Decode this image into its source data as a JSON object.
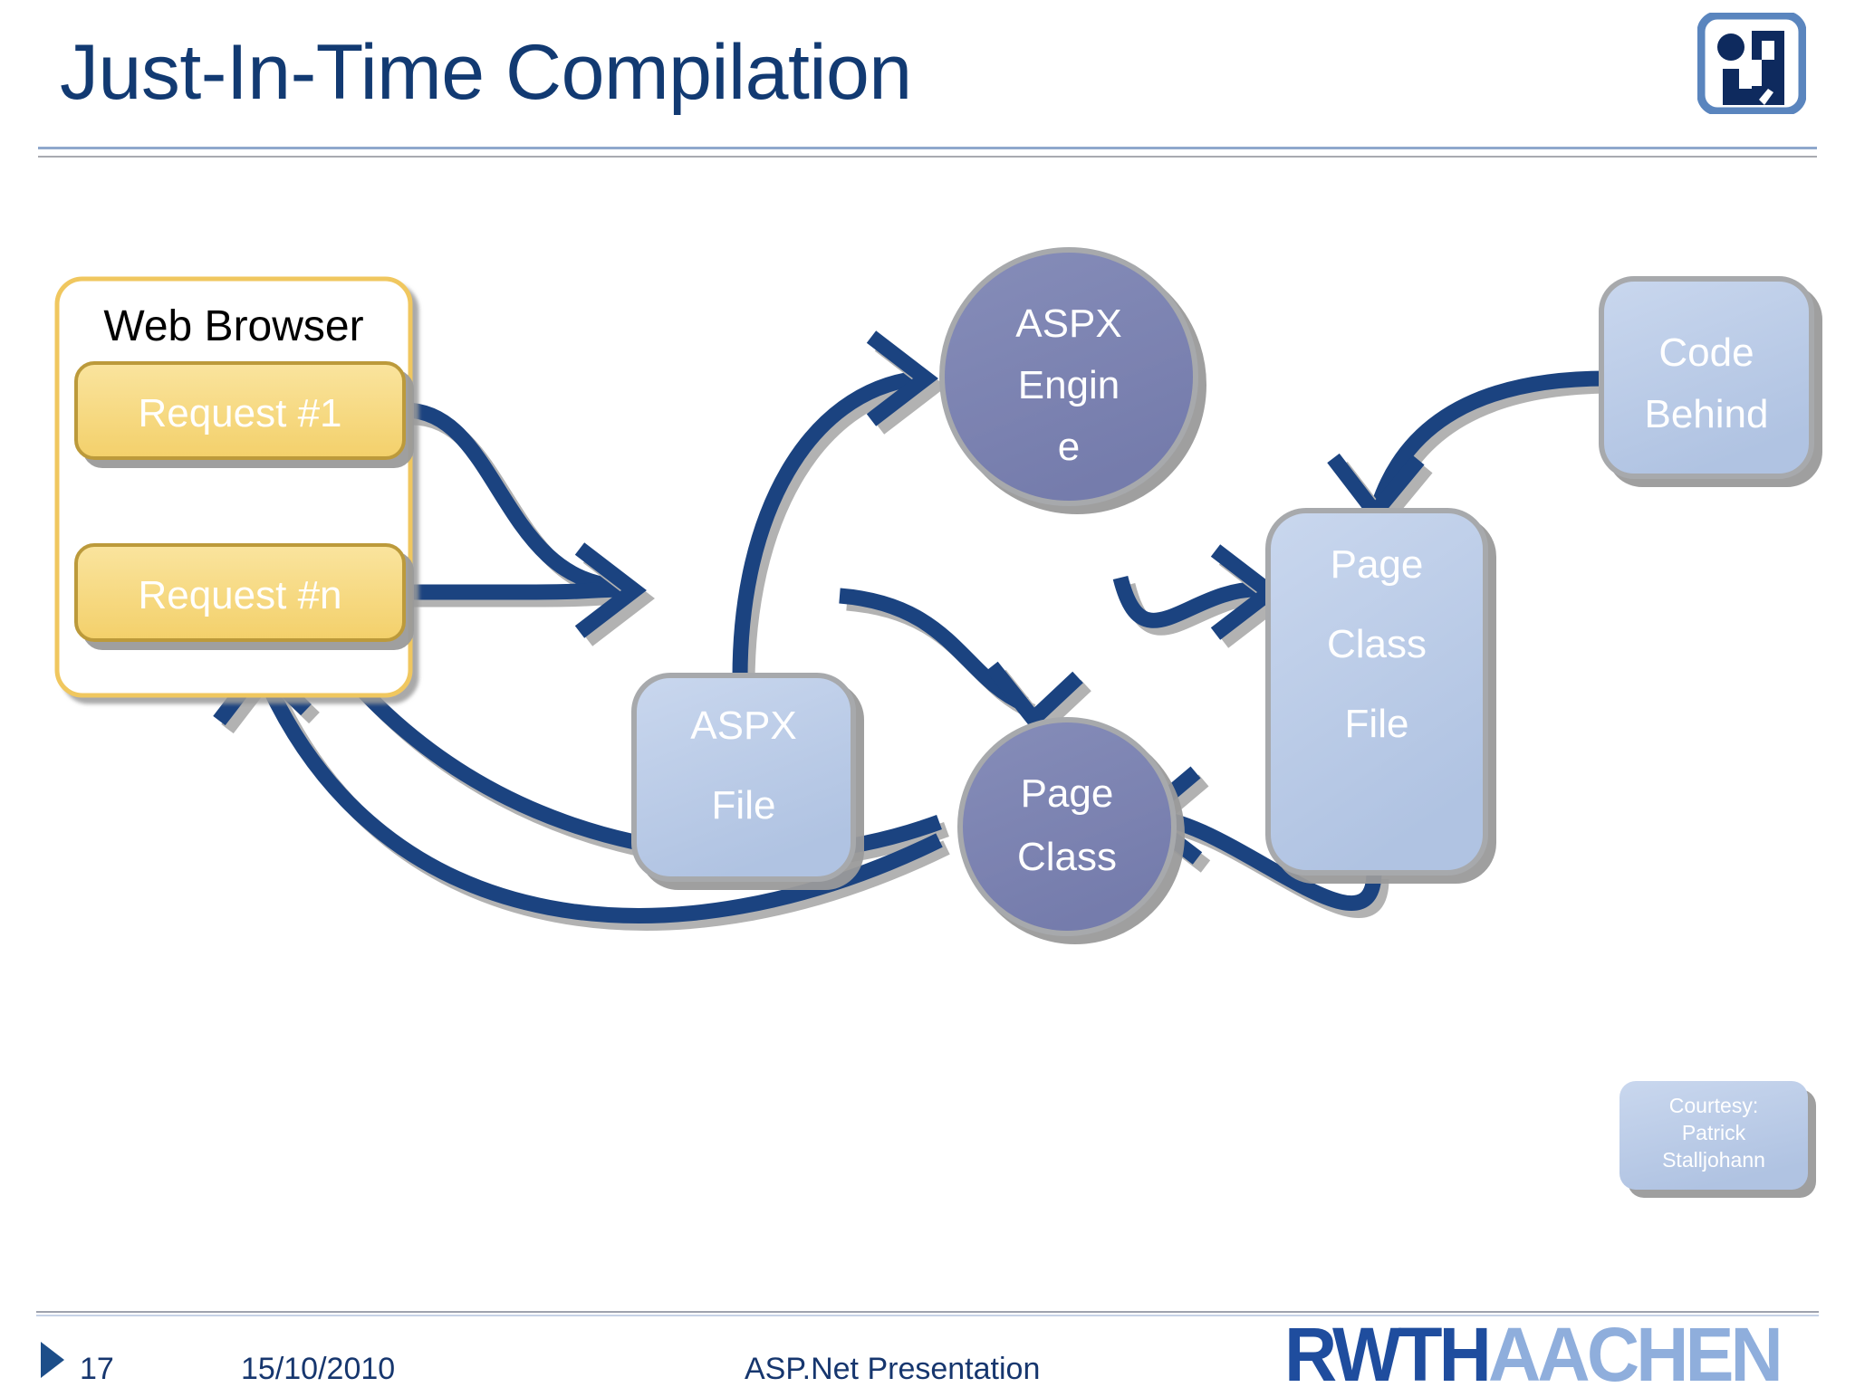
{
  "header": {
    "title": "Just-In-Time Compilation",
    "logo_alt": "i9-logo"
  },
  "diagram": {
    "browser_group": {
      "label": "Web Browser",
      "requests": [
        {
          "label": "Request #1"
        },
        {
          "label": "Request #n"
        }
      ]
    },
    "nodes": [
      {
        "id": "aspx-file",
        "shape": "rounded-rect",
        "lines": [
          "ASPX",
          "File"
        ]
      },
      {
        "id": "aspx-engine",
        "shape": "circle",
        "lines": [
          "ASPX",
          "Engin",
          "e"
        ]
      },
      {
        "id": "code-behind",
        "shape": "rounded-rect",
        "lines": [
          "Code",
          "Behind"
        ]
      },
      {
        "id": "page-class-file",
        "shape": "rounded-rect",
        "lines": [
          "Page",
          "Class",
          "File"
        ]
      },
      {
        "id": "page-class",
        "shape": "circle",
        "lines": [
          "Page",
          "Class"
        ]
      }
    ],
    "edges": [
      {
        "from": "request-1",
        "to": "aspx-file"
      },
      {
        "from": "request-n",
        "to": "aspx-file"
      },
      {
        "from": "aspx-file",
        "to": "aspx-engine"
      },
      {
        "from": "aspx-file",
        "to": "page-class"
      },
      {
        "from": "aspx-engine",
        "to": "page-class-file"
      },
      {
        "from": "code-behind",
        "to": "page-class-file"
      },
      {
        "from": "page-class-file",
        "to": "page-class"
      },
      {
        "from": "page-class",
        "to": "request-1"
      },
      {
        "from": "page-class",
        "to": "request-n"
      }
    ],
    "courtesy": {
      "line1": "Courtesy:",
      "line2": "Patrick",
      "line3": "Stalljohann"
    }
  },
  "footer": {
    "page_number": "17",
    "date": "15/10/2010",
    "subject": "ASP.Net Presentation",
    "org_primary": "RWTH",
    "org_secondary": "AACHEN"
  },
  "colors": {
    "title_blue": "#123A72",
    "arrow_blue": "#1B4380",
    "node_blue": "#BACBE6",
    "node_purple": "#7E85B3",
    "request_yellow": "#F7DC86",
    "browser_border": "#F0C75E",
    "footer_blue": "#16366E",
    "rwth_blue": "#1F4D9E",
    "aachen_blue": "#8FAEDC"
  }
}
